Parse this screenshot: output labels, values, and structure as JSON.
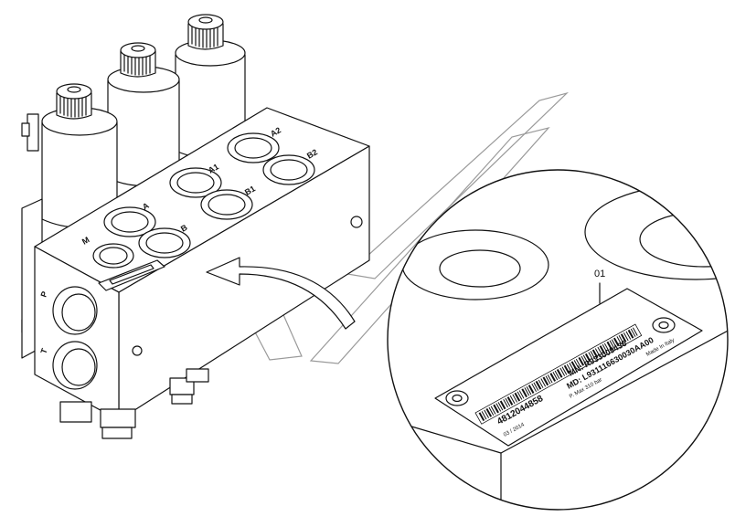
{
  "callout": {
    "label": "01"
  },
  "ports": {
    "p": "P",
    "t": "T",
    "m": "M",
    "a": "A",
    "b": "B",
    "a1": "A1",
    "b1": "B1",
    "a2": "A2",
    "b2": "B2"
  },
  "nameplate": {
    "part_number": "4812044858",
    "mn": "MN: R933009436",
    "md": "MD: L931116630030AA00",
    "date": "03 / 2014",
    "pressure": "P. Max 310 bar",
    "origin": "Made In Italy"
  }
}
